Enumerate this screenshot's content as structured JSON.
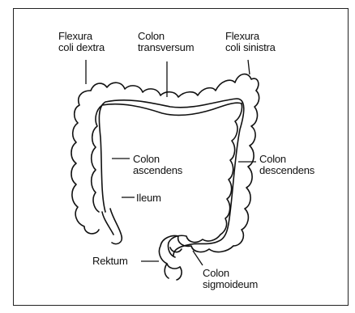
{
  "labels": {
    "flexura_coli_dextra": "Flexura\ncoli dextra",
    "colon_transversum": "Colon\ntransversum",
    "flexura_coli_sinistra": "Flexura\ncoli sinistra",
    "colon_ascendens": "Colon\nascendens",
    "colon_descendens": "Colon\ndescendens",
    "ileum": "Ileum",
    "rektum": "Rektum",
    "colon_sigmoideum": "Colon\nsigmoideum"
  }
}
